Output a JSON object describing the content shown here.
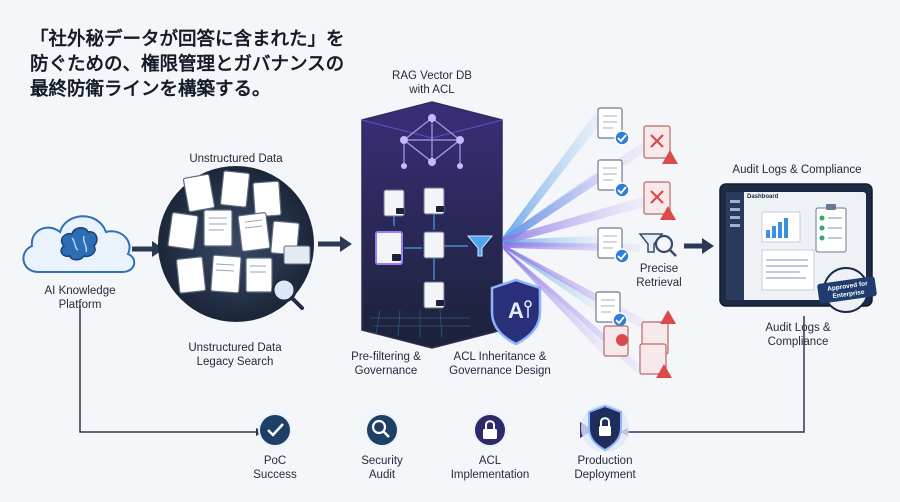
{
  "headline": {
    "line1": "「社外秘データが回答に含まれた」を",
    "line2": "防ぐための、権限管理とガバナンスの",
    "line3": "最終防衛ラインを構築する。"
  },
  "nodes": {
    "platform": {
      "line1": "AI Knowledge",
      "line2": "Platform"
    },
    "unstructured_top": "Unstructured Data",
    "unstructured_bottom": {
      "line1": "Unstructured Data",
      "line2": "Legacy Search"
    },
    "vector_db": {
      "line1": "RAG Vector DB",
      "line2": "with ACL"
    },
    "prefiltering": {
      "line1": "Pre-filtering &",
      "line2": "Governance"
    },
    "acl_design": {
      "line1": "ACL Inheritance &",
      "line2": "Governance Design"
    },
    "precise": {
      "line1": "Precise",
      "line2": "Retrieval"
    },
    "audit_top": "Audit Logs & Compliance",
    "audit_bottom": {
      "line1": "Audit Logs &",
      "line2": "Compliance"
    },
    "dashboard_title": "Dashboard",
    "badge": {
      "line1": "Approved for",
      "line2": "Enterprise"
    },
    "shield_text": "A"
  },
  "timeline": [
    {
      "line1": "PoC",
      "line2": "Success",
      "icon": "check-icon"
    },
    {
      "line1": "Security",
      "line2": "Audit",
      "icon": "search-icon"
    },
    {
      "line1": "ACL",
      "line2": "Implementation",
      "icon": "lock-icon"
    },
    {
      "line1": "Production",
      "line2": "Deployment",
      "icon": "shield-lock-icon"
    }
  ],
  "colors": {
    "navy": "#1d2a44",
    "purple": "#6a4fd6",
    "blue": "#3d8fe0",
    "red": "#d94a4a",
    "teal": "#1e3f66"
  }
}
